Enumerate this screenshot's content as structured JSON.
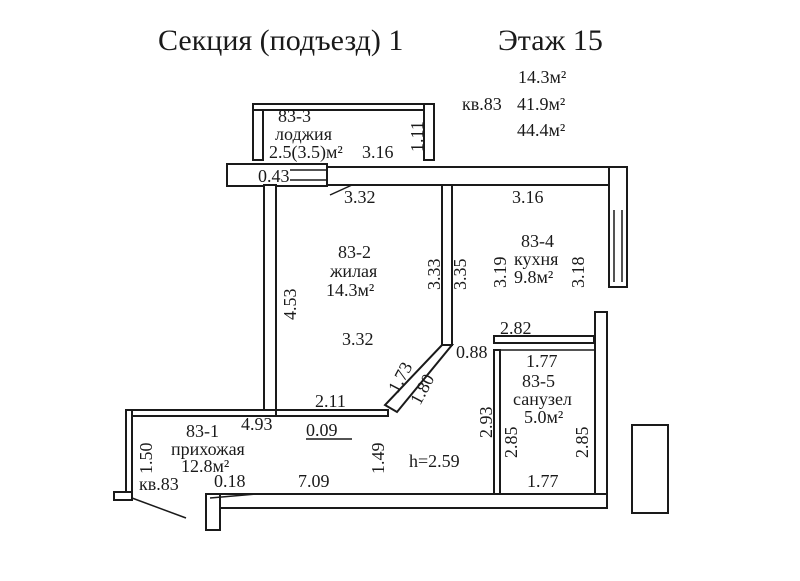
{
  "header": {
    "section": "Секция (подъезд) 1",
    "floor": "Этаж 15"
  },
  "summary": {
    "living_area": "14.3м²",
    "apartment": "кв.83",
    "total_area": "41.9м²",
    "overall_area": "44.4м²"
  },
  "rooms": {
    "loggia": {
      "number": "83-3",
      "name": "лоджия",
      "area": "2.5(3.5)м²"
    },
    "living": {
      "number": "83-2",
      "name": "жилая",
      "area": "14.3м²"
    },
    "kitchen": {
      "number": "83-4",
      "name": "кухня",
      "area": "9.8м²"
    },
    "bathroom": {
      "number": "83-5",
      "name": "санузел",
      "area": "5.0м²"
    },
    "hallway": {
      "number": "83-1",
      "name": "прихожая",
      "area": "12.8м²"
    }
  },
  "dimensions": {
    "loggia_height": "1.11",
    "loggia_width": "3.16",
    "window_depth": "0.43",
    "living_top": "3.32",
    "kitchen_top": "3.16",
    "living_right": "3.33",
    "kitchen_left_a": "3.35",
    "kitchen_left_b": "3.19",
    "kitchen_right": "3.18",
    "living_left": "4.53",
    "living_mid": "3.32",
    "bath_top": "2.82",
    "diag_a": "1.73",
    "diag_b": "1.80",
    "wall_088": "0.88",
    "bath_inner_top": "1.77",
    "living_bottom": "2.11",
    "hall_493": "4.93",
    "hall_009": "0.09",
    "bath_left_a": "2.93",
    "bath_left_b": "2.85",
    "bath_right": "2.85",
    "hall_149": "1.49",
    "ceiling_height": "h=2.59",
    "hall_150": "1.50",
    "entry_label": "кв.83",
    "hall_018": "0.18",
    "hall_bottom": "7.09",
    "bath_bottom": "1.77"
  }
}
